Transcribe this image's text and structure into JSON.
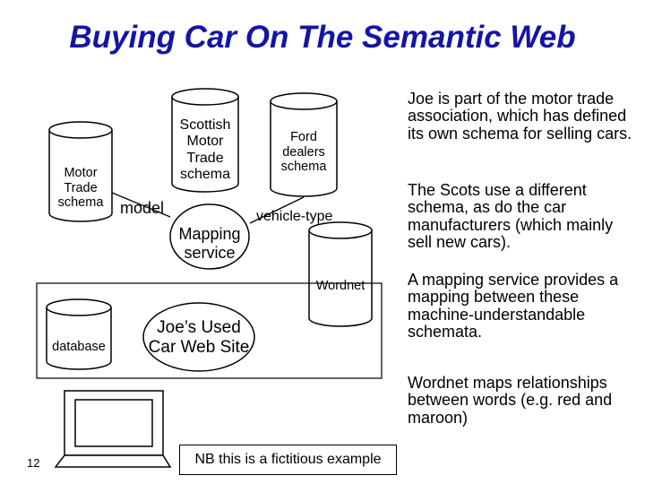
{
  "page_title": "Buying Car On The Semantic Web",
  "slide_number": "12",
  "nodes": {
    "scottish_schema": [
      "Scottish",
      "Motor",
      "Trade",
      "schema"
    ],
    "ford_schema": [
      "Ford",
      "dealers",
      "schema"
    ],
    "motor_trade_schema": [
      "Motor",
      "Trade",
      "schema"
    ],
    "mapping_service": [
      "Mapping",
      "service"
    ],
    "wordnet": "Wordnet",
    "database": "database",
    "web_site": [
      "Joe’s Used",
      "Car Web Site"
    ]
  },
  "edge_labels": {
    "model": "model",
    "vehicle_type": "vehicle-type"
  },
  "notes": [
    "Joe is part of the motor trade association, which has defined its own schema for selling cars.",
    "The Scots use a different schema, as do the car manufacturers (which mainly sell new cars).",
    "A mapping service provides a mapping between these machine-understandable schemata.",
    "Wordnet maps relationships between words (e.g. red and maroon)"
  ],
  "disclaimer": "NB this is a fictitious example"
}
